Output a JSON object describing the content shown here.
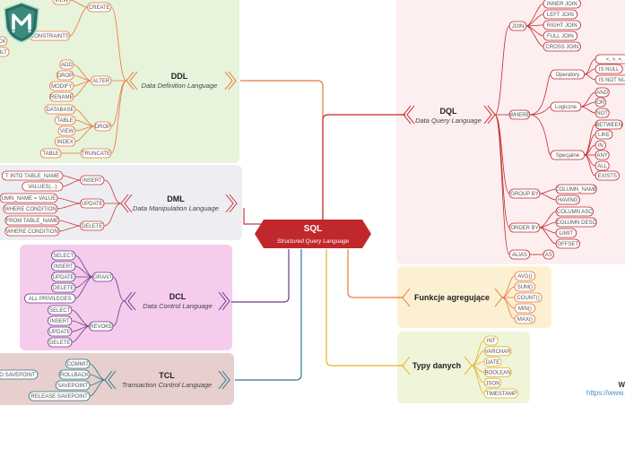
{
  "root": {
    "title": "SQL",
    "subtitle": "Structured Query Language"
  },
  "ddl": {
    "title": "DDL",
    "subtitle": "Data Definition Language",
    "create": {
      "label": "CREATE",
      "items": [
        "VIEW",
        "CONSTRAINTS"
      ],
      "left": [
        "CK",
        "ULT"
      ]
    },
    "alter": {
      "label": "ALTER",
      "items": [
        "ADD",
        "DROP",
        "MODIFY",
        "RENAME"
      ]
    },
    "drop": {
      "label": "DROP",
      "items": [
        "DATABASE",
        "TABLE",
        "VIEW",
        "INDEX"
      ]
    },
    "truncate": {
      "label": "TRUNCATE",
      "items": [
        "TABLE"
      ]
    }
  },
  "dml": {
    "title": "DML",
    "subtitle": "Data Manipulation Language",
    "insert": {
      "label": "INSERT",
      "items": [
        "T INTO TABLE_NAME",
        "VALUES(...)"
      ]
    },
    "update": {
      "label": "UPDATE",
      "items": [
        "UMN_NAME = VALUE",
        "WHERE CONDITION"
      ]
    },
    "delete": {
      "label": "DELETE",
      "items": [
        "FROM TABLE_NAME",
        "WHERE CONDITION"
      ]
    }
  },
  "dcl": {
    "title": "DCL",
    "subtitle": "Data Control Language",
    "grant": {
      "label": "GRANT",
      "items": [
        "SELECT",
        "INSERT",
        "UPDATE",
        "DELETE",
        "ALL PRIVILEGES"
      ]
    },
    "revoke": {
      "label": "REVOKE",
      "items": [
        "SELECT",
        "INSERT",
        "UPDATE",
        "DELETE"
      ]
    }
  },
  "tcl": {
    "title": "TCL",
    "subtitle": "Transaction Control Language",
    "items": [
      "COMMIT",
      "ROLLBACK",
      "SAVEPOINT",
      "RELEASE SAVEPOINT"
    ],
    "rollback_left": "O SAVEPOINT"
  },
  "dql": {
    "title": "DQL",
    "subtitle": "Data Query Language",
    "join": {
      "label": "JOIN",
      "items": [
        "INNER JOIN",
        "LEFT JOIN",
        "RIGHT JOIN",
        "FULL JOIN",
        "CROSS JOIN"
      ]
    },
    "where": {
      "label": "WHERE",
      "operatory": {
        "label": "Operatory",
        "items": [
          "<, >, =, ...",
          "IS NULL",
          "IS NOT NU"
        ]
      },
      "logiczne": {
        "label": "Logiczne",
        "items": [
          "AND",
          "OR",
          "NOT"
        ]
      },
      "specjalne": {
        "label": "Specjalne",
        "items": [
          "BETWEEN",
          "LIKE",
          "IN",
          "ANY",
          "ALL",
          "EXISTS"
        ]
      }
    },
    "groupby": {
      "label": "GROUP BY",
      "items": [
        "COLUMN_NAME",
        "HAVING"
      ]
    },
    "orderby": {
      "label": "ORDER BY",
      "items": [
        "COLUMN ASC",
        "COLUMN DESC",
        "LIMIT",
        "OFFSET"
      ]
    },
    "alias": {
      "label": "ALIAS",
      "items": [
        "AS"
      ]
    }
  },
  "agg": {
    "title": "Funkcje agregujące",
    "items": [
      "AVG()",
      "SUM()",
      "COUNT()",
      "MIN()",
      "MAX()"
    ]
  },
  "types": {
    "title": "Typy danych",
    "items": [
      "INT",
      "VARCHAR",
      "DATE",
      "BOOLEAN",
      "JSON",
      "TIMESTAMP"
    ]
  },
  "footer": {
    "label": "W",
    "url": "https://www."
  },
  "colors": {
    "ddl_bg": "#e8f3dc",
    "dml_bg": "#eeeef2",
    "dcl_bg": "#f5ccec",
    "tcl_bg": "#e6cfcc",
    "dql_bg": "#fdeef0",
    "agg_bg": "#fbf1d2",
    "types_bg": "#eef5d9",
    "ddl_line": "#e8773a",
    "dml_line": "#c83a3a",
    "dcl_line": "#6a3a8c",
    "tcl_line": "#2a7a8c",
    "dql_line": "#c02a2a",
    "agg_line": "#e8773a",
    "types_line": "#e8b020",
    "root": "#c0282c"
  }
}
